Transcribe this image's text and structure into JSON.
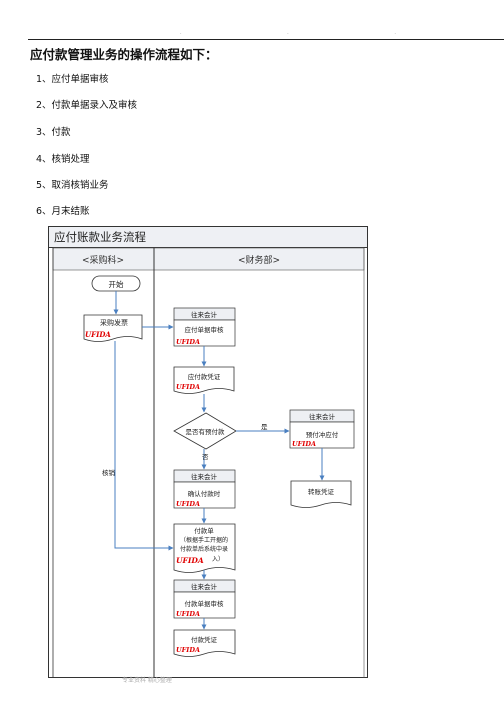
{
  "header": {
    "dots": ". . ."
  },
  "doc": {
    "title": "应付款管理业务的操作流程如下：",
    "steps": [
      "1、应付单据审核",
      "2、付款单据录入及审核",
      "3、付款",
      "4、核销处理",
      "5、取消核销业务",
      "6、月末结账"
    ]
  },
  "flowchart": {
    "title": "应付账款业务流程",
    "lanes": {
      "purchasing": "<采购科>",
      "finance": "<财务部>"
    },
    "start": "开始",
    "purchase_invoice": "采购发票",
    "clerk": "往来会计",
    "review_payable": "应付单据审核",
    "payable_voucher": "应付款凭证",
    "decision": "是否有预付款",
    "yes": "是",
    "no": "否",
    "prepay_offset": "预付冲应付",
    "transfer_voucher": "转账凭证",
    "confirm_payment": "确认付款时",
    "payment_slip_lines": [
      "付款单",
      "（根据手工开据的",
      "付款单后系统中录",
      "入）"
    ],
    "review_payment": "付款单据审核",
    "payment_voucher": "付款凭证",
    "writeoff": "核销",
    "brand": "UFIDA",
    "brand_color": "#e00000"
  },
  "footer": {
    "note": "专业资料 精心整理"
  }
}
